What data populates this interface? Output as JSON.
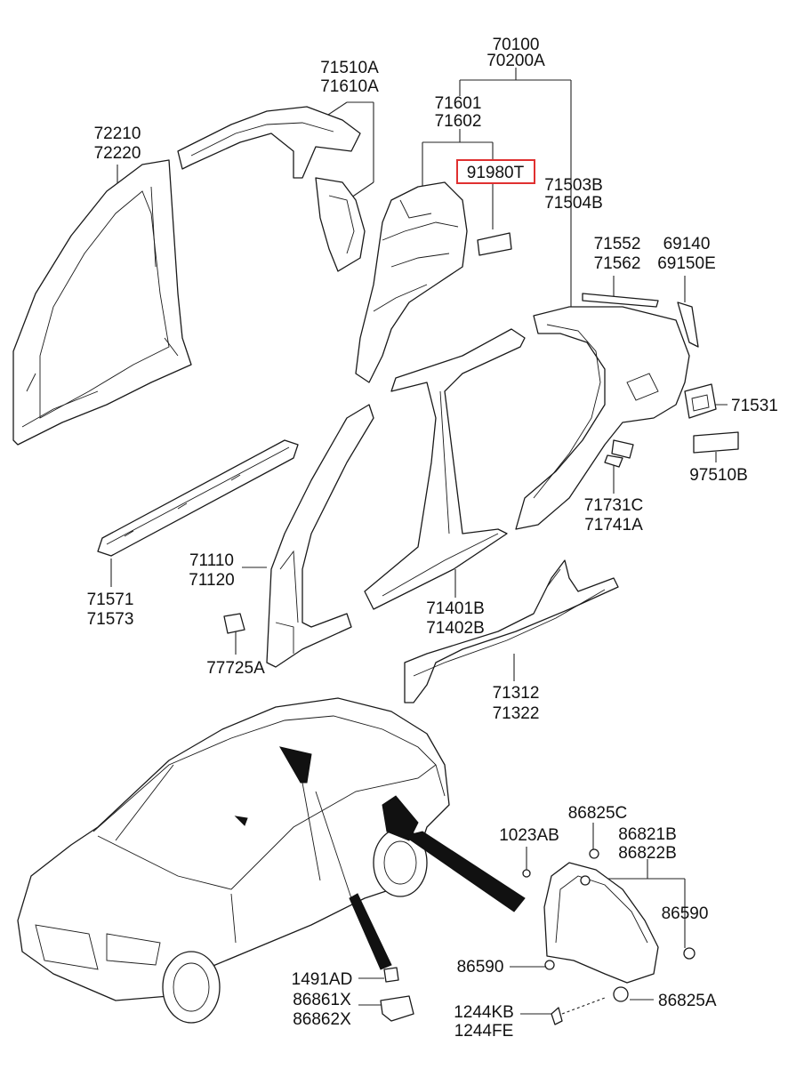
{
  "colors": {
    "highlight": "#e03030",
    "ink": "#111111"
  },
  "labels": {
    "p70100": "70100",
    "p70200A": "70200A",
    "p71510A": "71510A",
    "p71610A": "71610A",
    "p71601": "71601",
    "p71602": "71602",
    "p72210": "72210",
    "p72220": "72220",
    "p91980T": "91980T",
    "p71503B": "71503B",
    "p71504B": "71504B",
    "p71552": "71552",
    "p71562": "71562",
    "p69140": "69140",
    "p69150E": "69150E",
    "p71531": "71531",
    "p97510B": "97510B",
    "p71731C": "71731C",
    "p71741A": "71741A",
    "p71110": "71110",
    "p71120": "71120",
    "p71571": "71571",
    "p71573": "71573",
    "p71401B": "71401B",
    "p71402B": "71402B",
    "p77725A": "77725A",
    "p71312": "71312",
    "p71322": "71322",
    "p86825C": "86825C",
    "p1023AB": "1023AB",
    "p86821B": "86821B",
    "p86822B": "86822B",
    "p86590a": "86590",
    "p86590b": "86590",
    "p1491AD": "1491AD",
    "p86861X": "86861X",
    "p86862X": "86862X",
    "p86825A": "86825A",
    "p1244KB": "1244KB",
    "p1244FE": "1244FE"
  }
}
